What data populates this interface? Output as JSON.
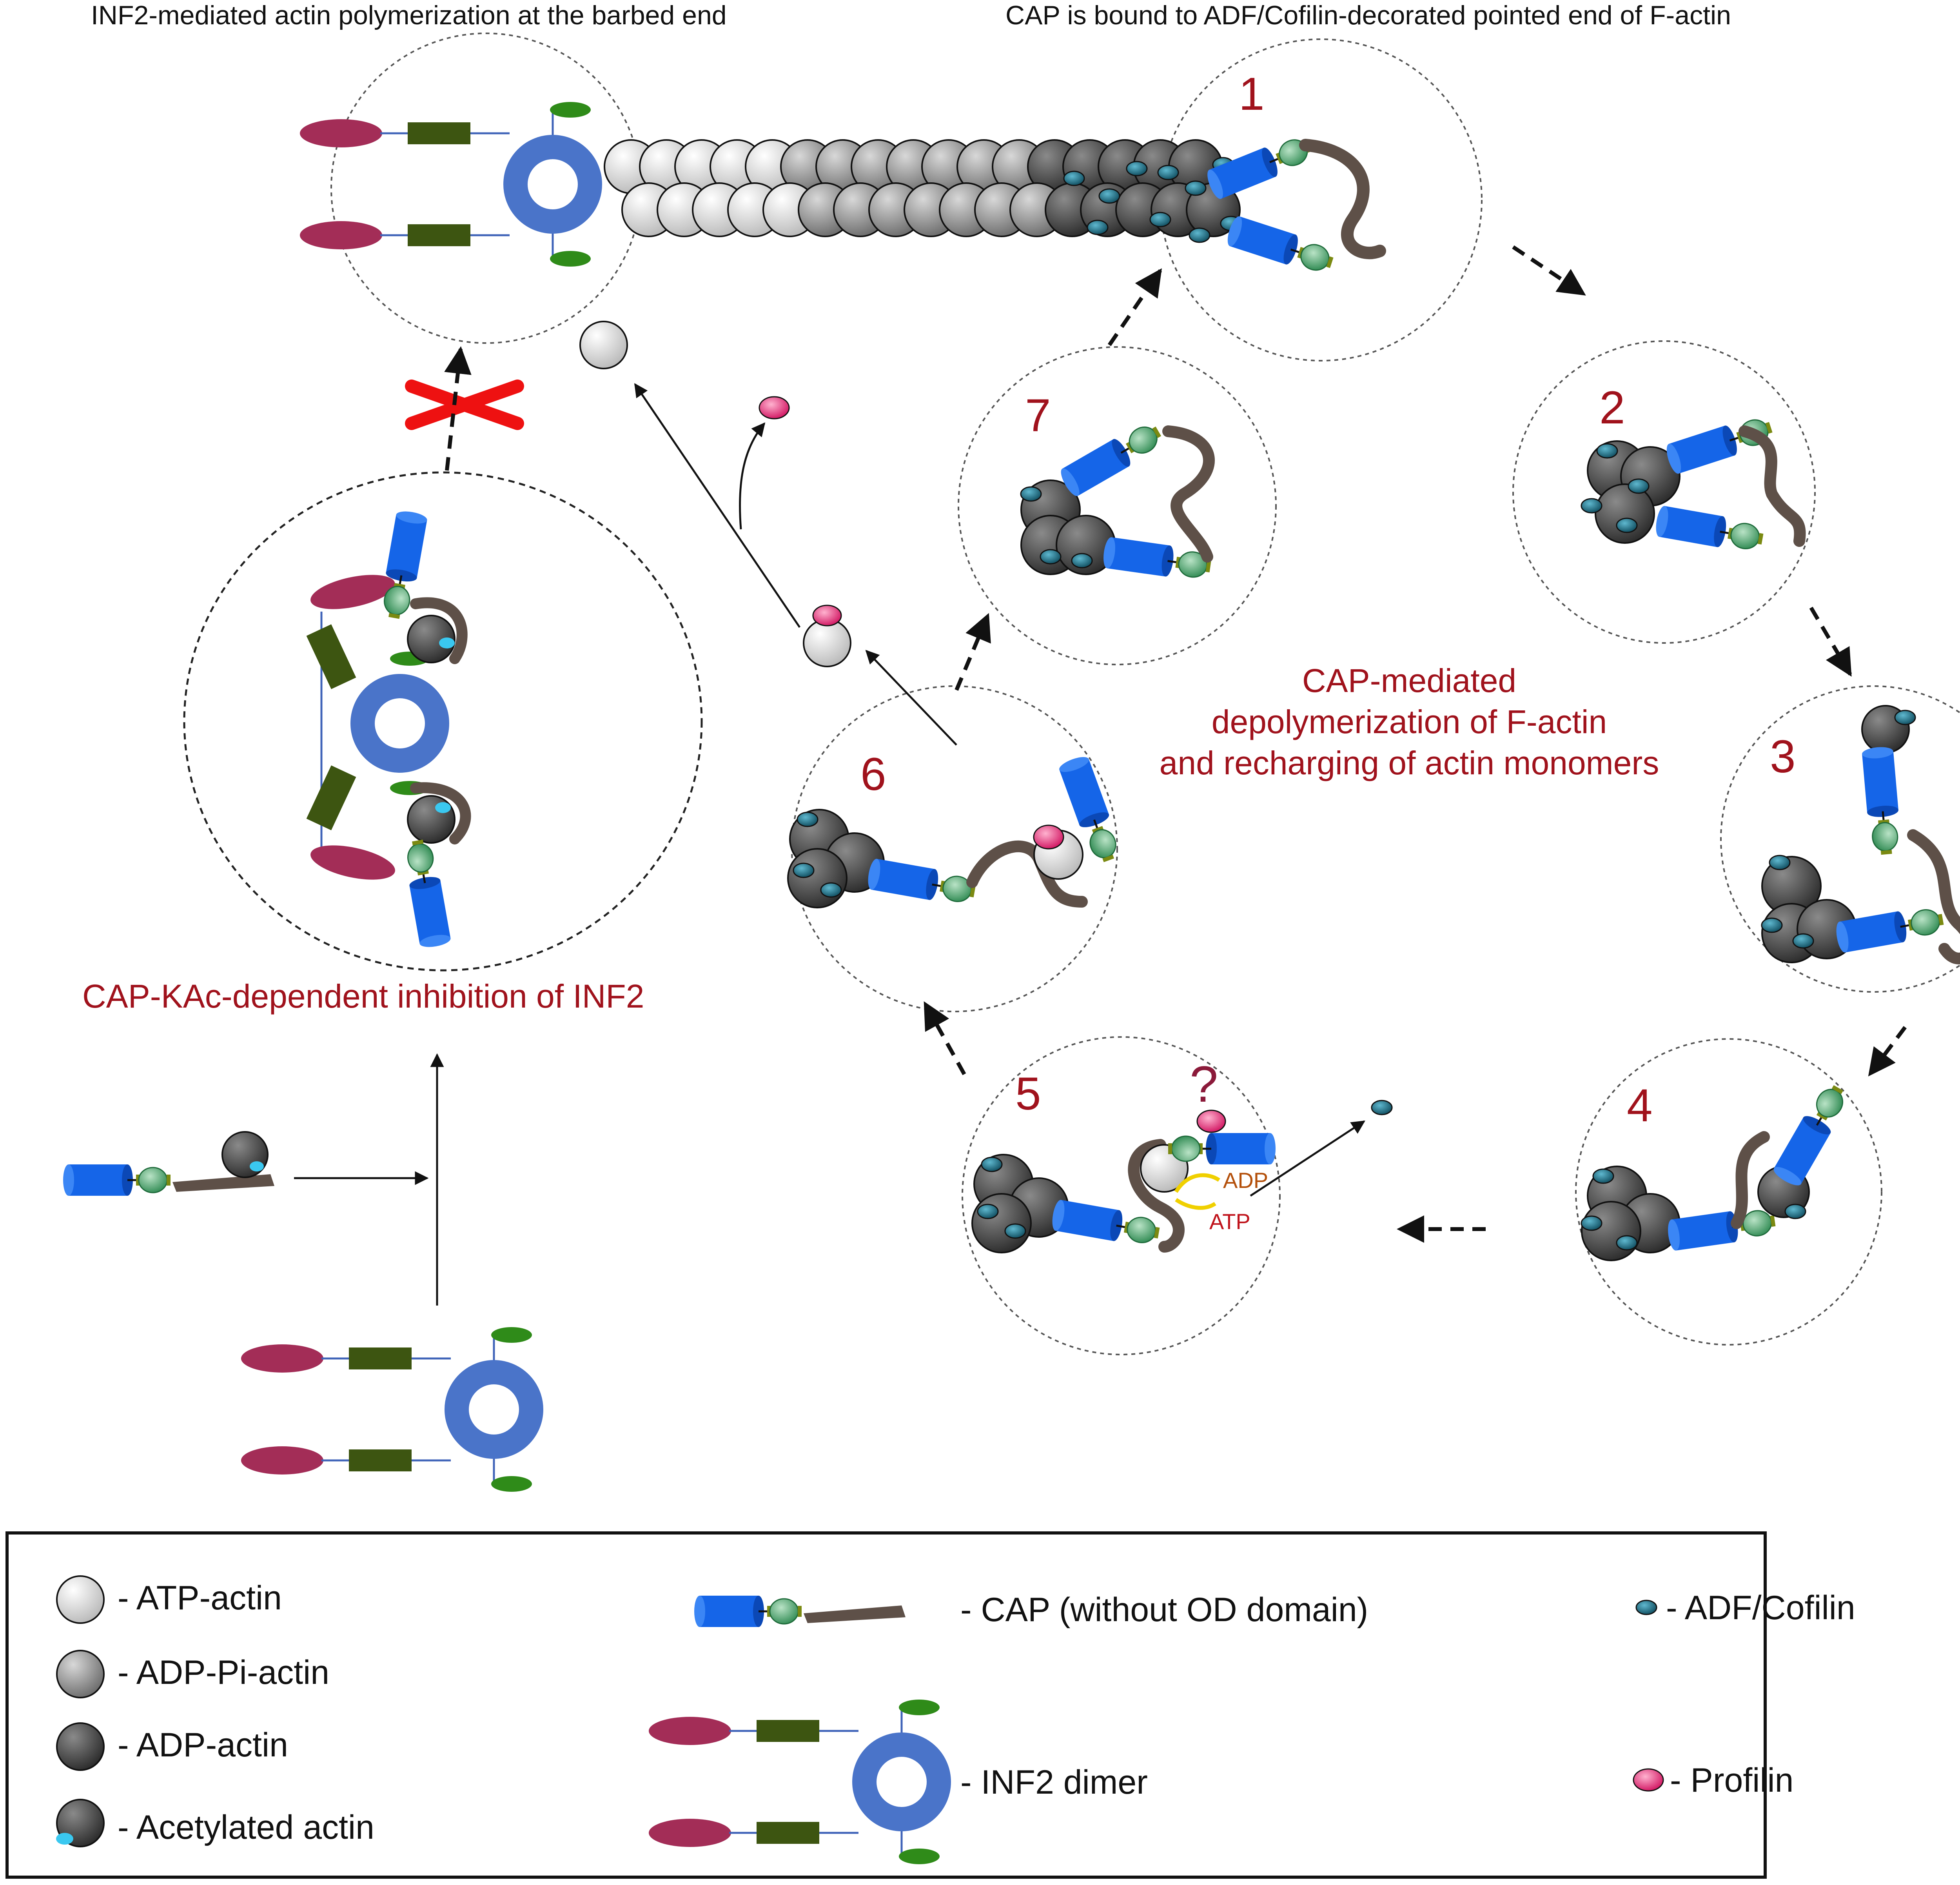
{
  "titles": {
    "polymerization": "INF2-mediated actin polymerization at the barbed end",
    "cap_bound": "CAP is bound to ADF/Cofilin-decorated pointed end of F-actin"
  },
  "labels": {
    "inhibition": "CAP-KAc-dependent inhibition of INF2",
    "depoly_line1": "CAP-mediated",
    "depoly_line2": "depolymerization of  F-actin",
    "depoly_line3": "and recharging of actin monomers",
    "question": "?",
    "adp": "ADP",
    "atp": "ATP"
  },
  "steps": [
    "1",
    "2",
    "3",
    "4",
    "5",
    "6",
    "7"
  ],
  "legend": {
    "atp_actin": "- ATP-actin",
    "adp_pi_actin": "- ADP-Pi-actin",
    "adp_actin": "- ADP-actin",
    "acetylated_actin": "- Acetylated actin",
    "cap": "- CAP (without OD domain)",
    "inf2": "- INF2 dimer",
    "cofilin": "- ADF/Cofilin",
    "profilin": "- Profilin"
  },
  "colors": {
    "cap_blue": "#1565e8",
    "cap_green": "#4fa46b",
    "cap_brown": "#5e5048",
    "inf2_ring": "#4a74c9",
    "inf2_maroon": "#a32d57",
    "inf2_olive": "#3d5511",
    "inf2_green": "#2f8b19",
    "cofilin": "#1d6f86",
    "profilin": "#e0307a",
    "acetyl": "#3ac8f0",
    "label_red": "#a0121c"
  }
}
